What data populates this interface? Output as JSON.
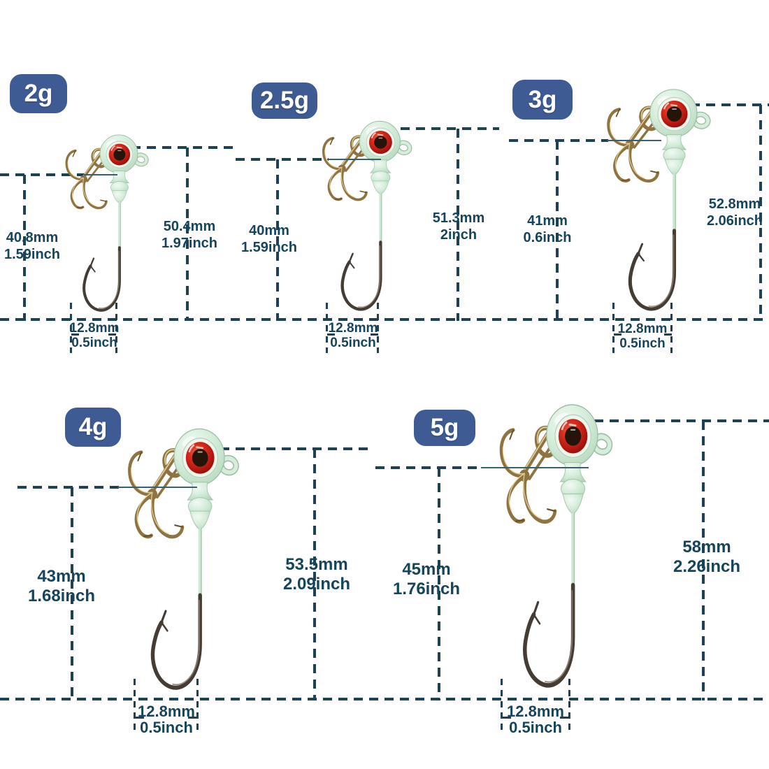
{
  "colors": {
    "badge_bg": "#3e5b94",
    "badge_text": "#ffffff",
    "dash_line": "#1e4253",
    "measure_text": "#15455c",
    "head_mint": "#d5edda",
    "eye_red": "#c9241a",
    "pupil_dark": "#241409",
    "treble_brass": "#8f7340",
    "hook_dark": "#453c33"
  },
  "variants": [
    {
      "label": "2g",
      "height_hook": {
        "mm": "40.8mm",
        "inch": "1.59inch"
      },
      "height_total": {
        "mm": "50.4mm",
        "inch": "1.97inch"
      },
      "width": {
        "mm": "12.8mm",
        "inch": "0.5inch"
      }
    },
    {
      "label": "2.5g",
      "height_hook": {
        "mm": "40mm",
        "inch": "1.59inch"
      },
      "height_total": {
        "mm": "51.3mm",
        "inch": "2inch"
      },
      "width": {
        "mm": "12.8mm",
        "inch": "0.5inch"
      }
    },
    {
      "label": "3g",
      "height_hook": {
        "mm": "41mm",
        "inch": "0.6inch"
      },
      "height_total": {
        "mm": "52.8mm",
        "inch": "2.06inch"
      },
      "width": {
        "mm": "12.8mm",
        "inch": "0.5inch"
      }
    },
    {
      "label": "4g",
      "height_hook": {
        "mm": "43mm",
        "inch": "1.68inch"
      },
      "height_total": {
        "mm": "53.5mm",
        "inch": "2.09inch"
      },
      "width": {
        "mm": "12.8mm",
        "inch": "0.5inch"
      }
    },
    {
      "label": "5g",
      "height_hook": {
        "mm": "45mm",
        "inch": "1.76inch"
      },
      "height_total": {
        "mm": "58mm",
        "inch": "2.26inch"
      },
      "width": {
        "mm": "12.8mm",
        "inch": "0.5inch"
      }
    }
  ]
}
